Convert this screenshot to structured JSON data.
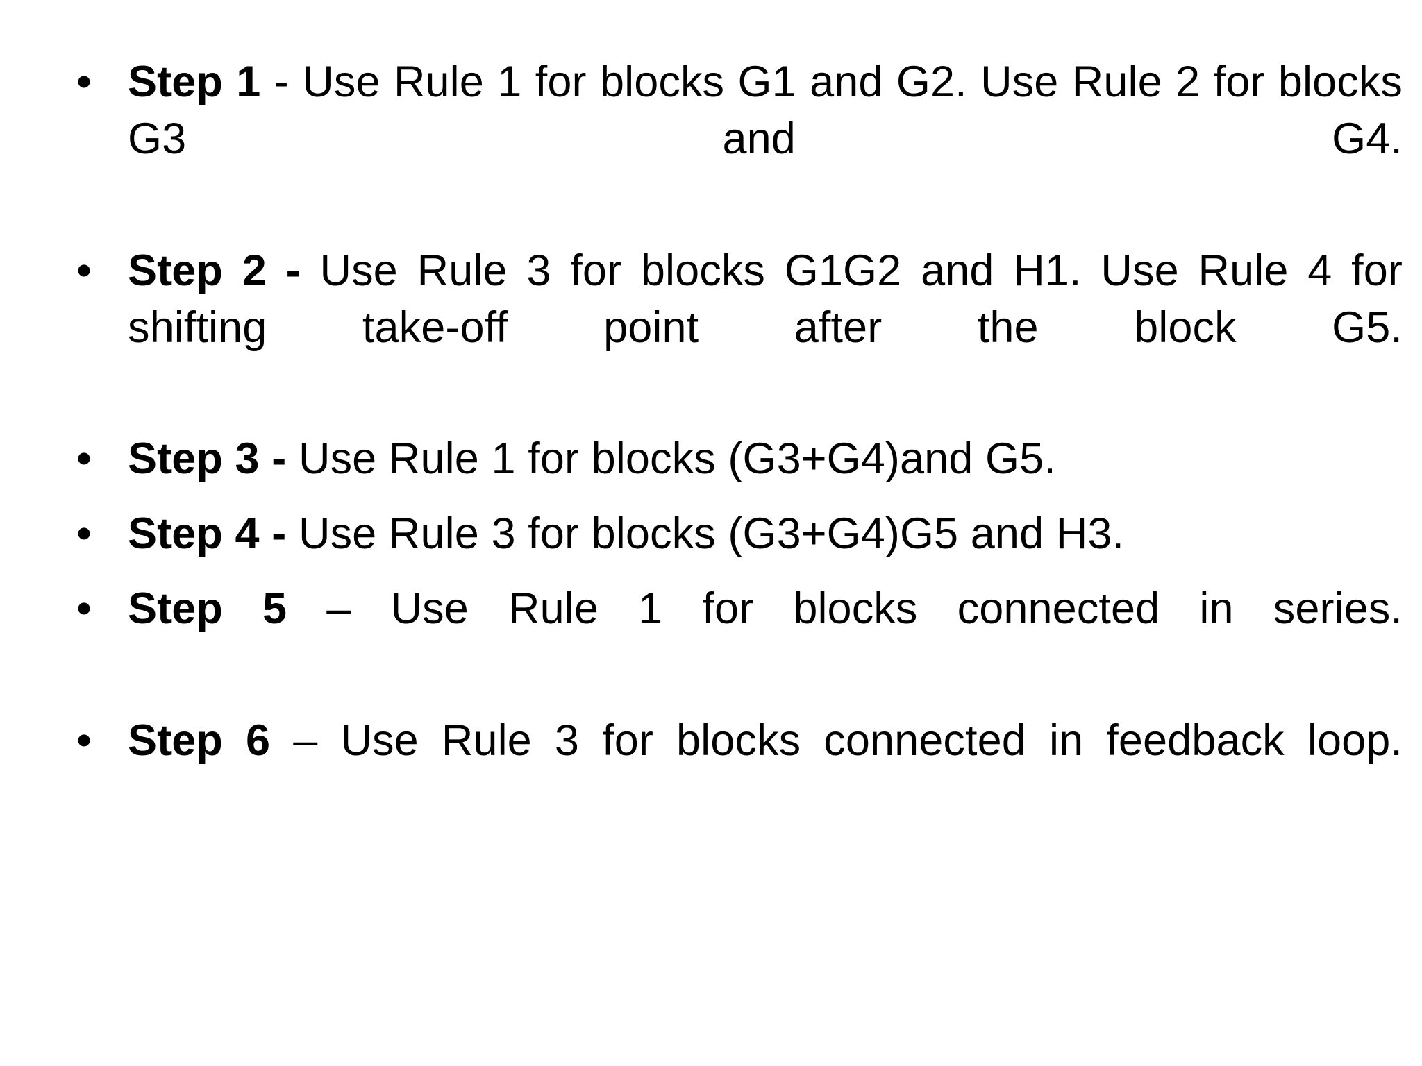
{
  "slide": {
    "background_color": "#ffffff",
    "text_color": "#000000",
    "bullet_glyph": "•",
    "items": [
      {
        "step_label": "Step 1",
        "separator": " - ",
        "separator_bold": false,
        "text": "Use Rule 1 for blocks G1 and G2. Use Rule 2 for blocks G3 and G4.",
        "wraps": true
      },
      {
        "step_label": "Step 2",
        "separator": " - ",
        "separator_bold": true,
        "text": "Use Rule 3 for blocks G1G2 and H1. Use Rule 4 for shifting take-off point after the block G5.",
        "wraps": true
      },
      {
        "step_label": "Step 3",
        "separator": " - ",
        "separator_bold": true,
        "text": "Use Rule 1 for blocks (G3+G4)and G5.",
        "wraps": false
      },
      {
        "step_label": "Step 4",
        "separator": " - ",
        "separator_bold": true,
        "text": "Use Rule 3 for blocks (G3+G4)G5 and H3.",
        "wraps": false
      },
      {
        "step_label": "Step 5",
        "separator": " – ",
        "separator_bold": false,
        "text": "Use Rule 1 for blocks connected in series.",
        "wraps": true
      },
      {
        "step_label": "Step 6",
        "separator": " – ",
        "separator_bold": false,
        "text": "Use Rule 3 for blocks connected in feedback loop.",
        "wraps": true
      }
    ]
  }
}
